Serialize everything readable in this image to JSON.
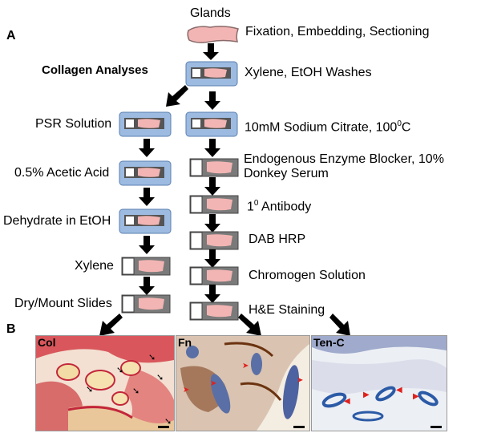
{
  "panel_a": "A",
  "panel_b": "B",
  "top": {
    "glands_label": "Glands",
    "step1": "Fixation, Embedding, Sectioning",
    "step2": "Xylene, EtOH Washes"
  },
  "left_column": {
    "title": "Collagen Analyses",
    "steps": [
      "PSR Solution",
      "0.5% Acetic Acid",
      "Dehydrate in EtOH",
      "Xylene",
      "Dry/Mount Slides"
    ]
  },
  "right_column": {
    "steps": [
      "10mM Sodium Citrate, 100",
      "Endogenous Enzyme Blocker, 10%",
      "Donkey Serum",
      "1",
      " Antibody",
      "DAB HRP",
      "Chromogen Solution",
      "H&E Staining"
    ],
    "degree_sup": "0",
    "degree_tail": "C",
    "antibody_sup": "0"
  },
  "micrographs": [
    {
      "label": "Col",
      "stain": "picrosirius red"
    },
    {
      "label": "Fn",
      "stain": "DAB brown"
    },
    {
      "label": "Ten-C",
      "stain": "DAB blue"
    }
  ],
  "colors": {
    "tissue": "#f2b5b3",
    "dish_blue": "#9dbbe0",
    "slide_gray": "#7a7a7a",
    "arrow": "#000000",
    "marker_arrow": "#e0201c"
  }
}
